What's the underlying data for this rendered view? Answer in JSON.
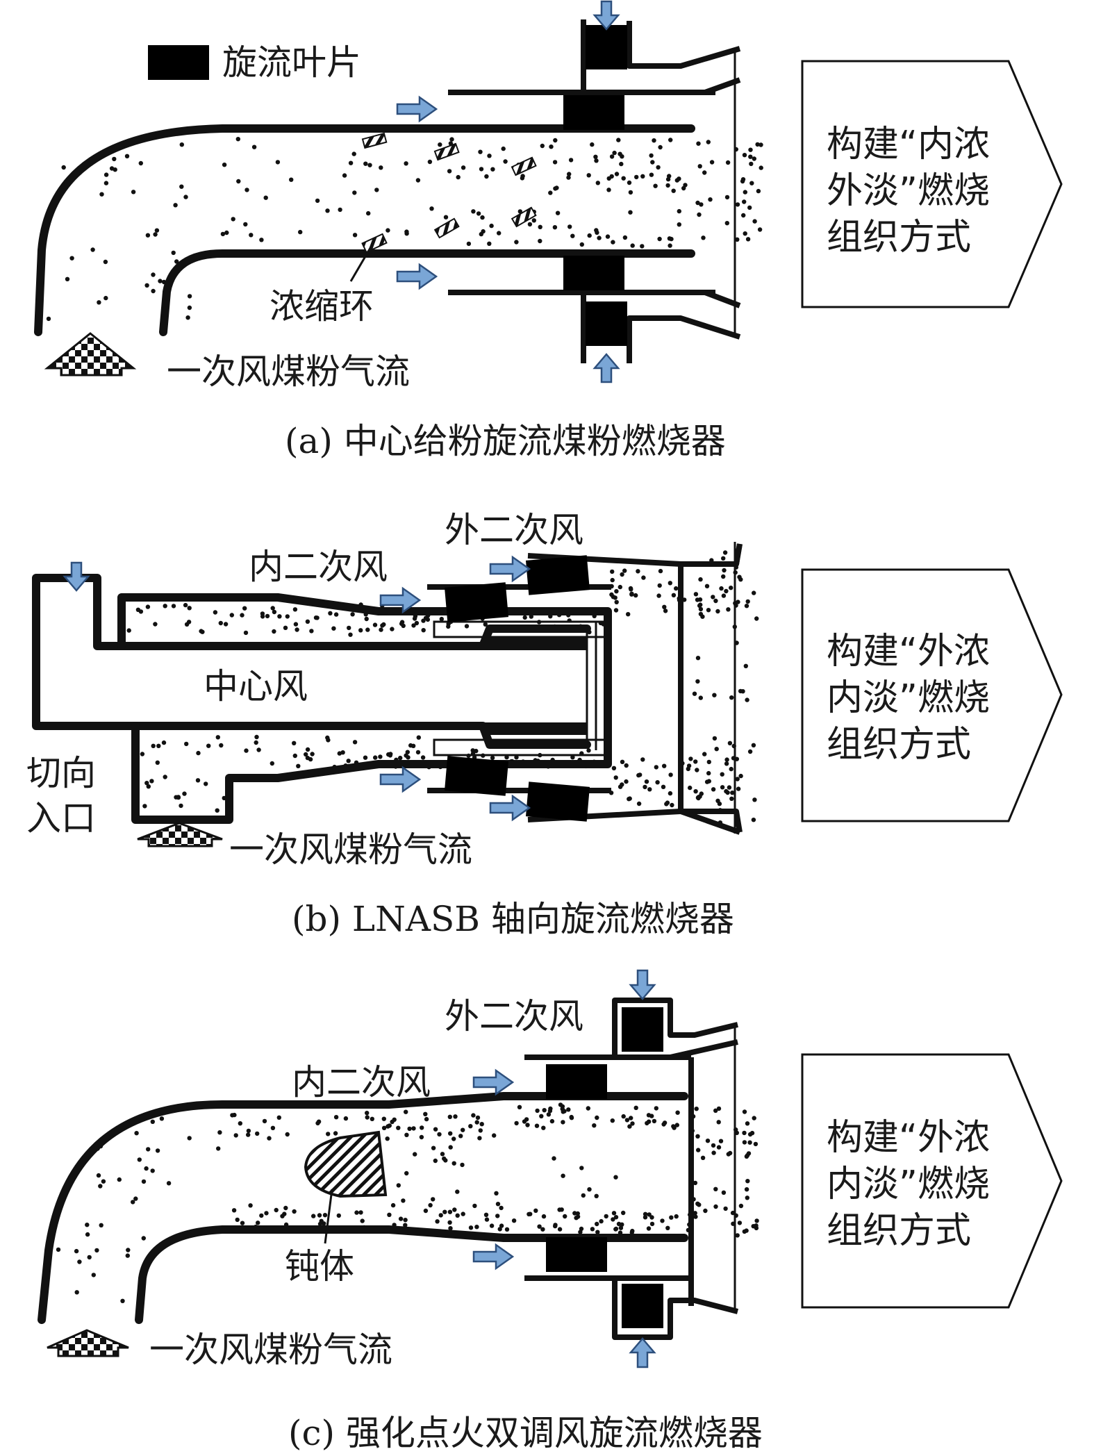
{
  "panel_a": {
    "legend_vane": "旋流叶片",
    "label_ring": "浓缩环",
    "label_inlet": "一次风煤粉气流",
    "box_lines": [
      "构建“内浓",
      "外淡”燃烧",
      "组织方式"
    ],
    "caption": "(a) 中心给粉旋流煤粉燃烧器"
  },
  "panel_b": {
    "label_outer": "外二次风",
    "label_inner": "内二次风",
    "label_center": "中心风",
    "label_tangent": [
      "切向",
      "入口"
    ],
    "label_inlet": "一次风煤粉气流",
    "box_lines": [
      "构建“外浓",
      "内淡”燃烧",
      "组织方式"
    ],
    "caption": "(b) LNASB 轴向旋流燃烧器"
  },
  "panel_c": {
    "label_outer": "外二次风",
    "label_inner": "内二次风",
    "label_bluff": "钝体",
    "label_inlet": "一次风煤粉气流",
    "box_lines": [
      "构建“外浓",
      "内淡”燃烧",
      "组织方式"
    ],
    "caption": "(c) 强化点火双调风旋流燃烧器"
  },
  "colors": {
    "air_arrow": "#7aa6d6",
    "vane_outline": "#9a9a9a",
    "wall": "#111111"
  }
}
